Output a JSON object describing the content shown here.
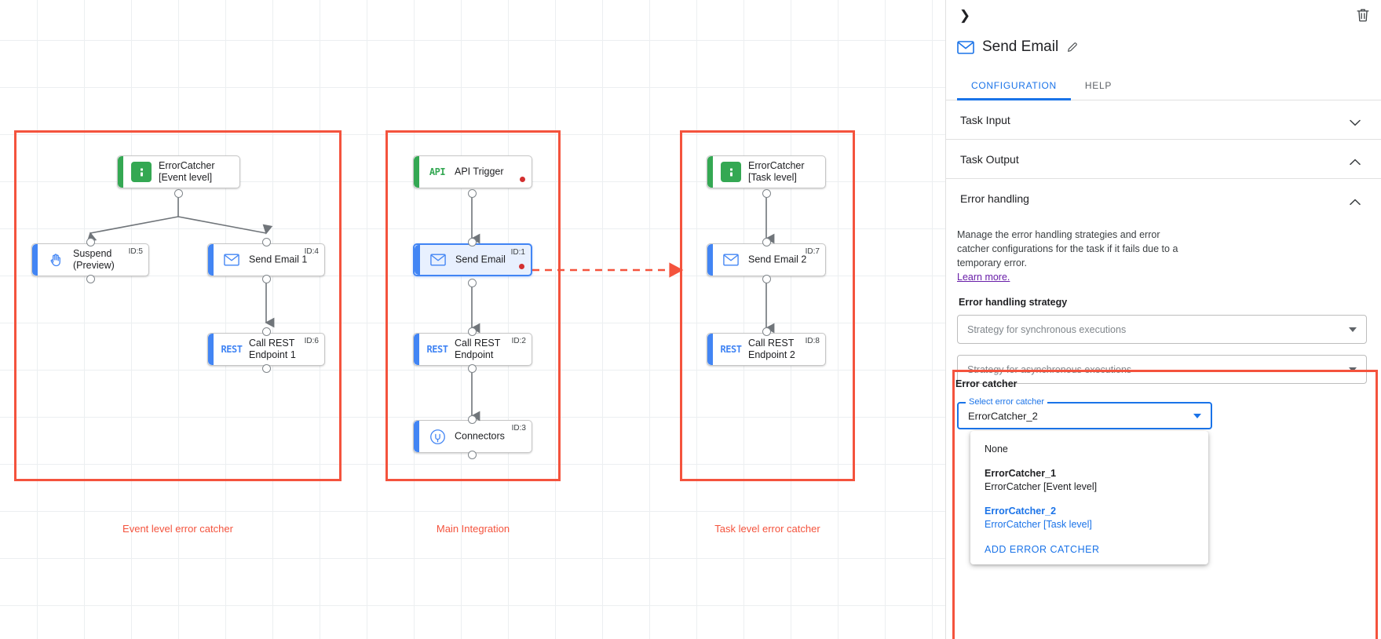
{
  "canvas": {
    "groups": [
      {
        "label": "Event level error catcher"
      },
      {
        "label": "Main Integration"
      },
      {
        "label": "Task level error catcher"
      }
    ],
    "nodes": {
      "error_catcher_event": {
        "title": "ErrorCatcher\n[Event level]",
        "icon": "error-catcher-icon",
        "id": ""
      },
      "suspend": {
        "title": "Suspend\n(Preview)",
        "icon": "hand-icon",
        "id": "ID:5"
      },
      "send_email_1": {
        "title": "Send Email 1",
        "icon": "mail-icon",
        "id": "ID:4"
      },
      "call_rest_1": {
        "title": "Call REST\nEndpoint 1",
        "icon": "REST",
        "id": "ID:6"
      },
      "api_trigger": {
        "title": "API Trigger",
        "icon": "API",
        "id": ""
      },
      "send_email": {
        "title": "Send Email",
        "icon": "mail-icon",
        "id": "ID:1"
      },
      "call_rest": {
        "title": "Call REST\nEndpoint",
        "icon": "REST",
        "id": "ID:2"
      },
      "connectors": {
        "title": "Connectors",
        "icon": "connectors-icon",
        "id": "ID:3"
      },
      "error_catcher_task": {
        "title": "ErrorCatcher\n[Task level]",
        "icon": "error-catcher-icon",
        "id": ""
      },
      "send_email_2": {
        "title": "Send Email 2",
        "icon": "mail-icon",
        "id": "ID:7"
      },
      "call_rest_2": {
        "title": "Call REST\nEndpoint 2",
        "icon": "REST",
        "id": "ID:8"
      }
    }
  },
  "panel": {
    "collapse_icon": "chevron-right-icon",
    "delete_icon": "trash-icon",
    "title": "Send Email",
    "title_icon": "mail-icon",
    "edit_icon": "pencil-icon",
    "tabs": [
      {
        "label": "CONFIGURATION",
        "active": true
      },
      {
        "label": "HELP",
        "active": false
      }
    ],
    "accordions": [
      {
        "label": "Task Input",
        "state": "collapsed"
      },
      {
        "label": "Task Output",
        "state": "expanded"
      },
      {
        "label": "Error handling",
        "state": "expanded"
      }
    ],
    "error_handling": {
      "description": "Manage the error handling strategies and error catcher configurations for the task if it fails due to a temporary error.",
      "learn_more": "Learn more.",
      "strategy_label": "Error handling strategy",
      "sync_placeholder": "Strategy for synchronous executions",
      "async_placeholder": "Strategy for asynchronous executions"
    },
    "error_catcher": {
      "section_label": "Error catcher",
      "field_legend": "Select error catcher",
      "field_value": "ErrorCatcher_2",
      "options": [
        {
          "primary": "None",
          "secondary": "",
          "selected": false,
          "plain": true
        },
        {
          "primary": "ErrorCatcher_1",
          "secondary": "ErrorCatcher [Event level]",
          "selected": false,
          "plain": false
        },
        {
          "primary": "ErrorCatcher_2",
          "secondary": "ErrorCatcher [Task level]",
          "selected": true,
          "plain": false
        }
      ],
      "add_label": "ADD ERROR CATCHER"
    }
  },
  "colors": {
    "accent_blue": "#1a73e8",
    "group_red": "#f4533d",
    "node_green": "#34a853",
    "node_blue": "#4285f4",
    "status_dot": "#d32f2f",
    "learn_more": "#681da8"
  }
}
